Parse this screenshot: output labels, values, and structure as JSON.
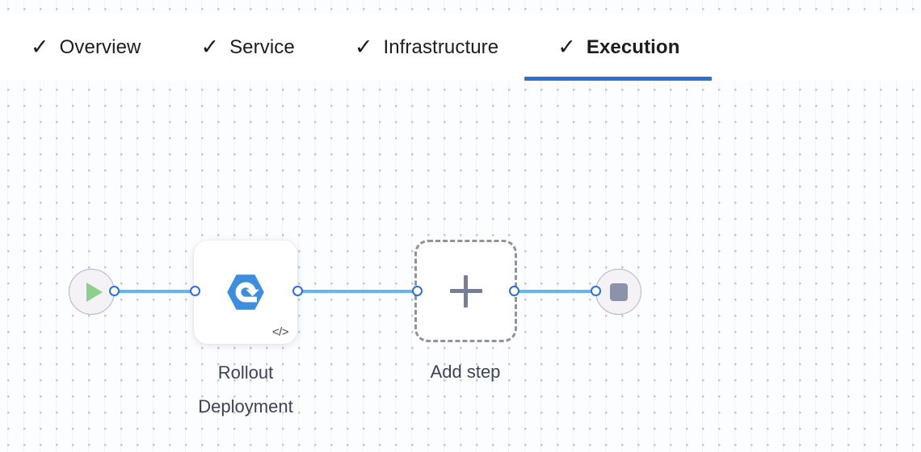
{
  "header": {
    "tabs": [
      {
        "label": "Overview",
        "icon": "check-icon",
        "checked": true,
        "active": false
      },
      {
        "label": "Service",
        "icon": "check-icon",
        "checked": true,
        "active": false
      },
      {
        "label": "Infrastructure",
        "icon": "check-icon",
        "checked": true,
        "active": false
      },
      {
        "label": "Execution",
        "icon": "check-icon",
        "checked": true,
        "active": true
      }
    ],
    "check_glyph": "✓",
    "active_indicator_color": "#2f6fd0"
  },
  "canvas": {
    "background_color": "#fbfdff",
    "dot_color": "#b9c2cf",
    "grid_line_color": "#c8e1f5"
  },
  "flow": {
    "nodes": [
      {
        "id": "start",
        "type": "start-node",
        "icon": "play-icon",
        "label": "",
        "fill_color": "#f4f2f7",
        "border_color": "#b6b2c4",
        "icon_color": "#8bd18b"
      },
      {
        "id": "rollout-deployment",
        "type": "step-node",
        "icon": "rollout-deployment-icon",
        "badge_icon": "code-icon",
        "badge_glyph": "</>",
        "label": "Rollout\nDeployment",
        "icon_color": "#3f8ede"
      },
      {
        "id": "add-step",
        "type": "add-node",
        "icon": "plus-icon",
        "label": "Add step",
        "border_color": "#8c92a8",
        "icon_color": "#777e93"
      },
      {
        "id": "end",
        "type": "end-node",
        "icon": "stop-icon",
        "label": "",
        "fill_color": "#f4f2f7",
        "border_color": "#b6b2c4",
        "icon_color": "#8c92a8"
      }
    ],
    "edges": [
      {
        "from": "start",
        "to": "rollout-deployment"
      },
      {
        "from": "rollout-deployment",
        "to": "add-step"
      },
      {
        "from": "add-step",
        "to": "end"
      }
    ],
    "edge_color": "#64b5f0",
    "port_color": "#2f6fd0"
  }
}
